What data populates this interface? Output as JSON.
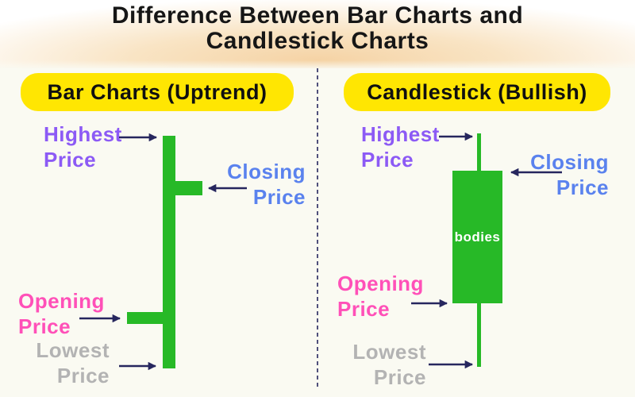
{
  "title": {
    "line1": "Difference Between Bar Charts and",
    "line2": "Candlestick Charts"
  },
  "left_panel": {
    "header": "Bar Charts (Uptrend)",
    "highest_label": "Highest Price",
    "closing_label": "Closing Price",
    "opening_label": "Opening Price",
    "lowest_label": "Lowest Price"
  },
  "right_panel": {
    "header": "Candlestick (Bullish)",
    "highest_label": "Highest Price",
    "closing_label": "Closing Price",
    "opening_label": "Opening Price",
    "lowest_label": "Lowest Price",
    "body_label": "bodies"
  },
  "graphics": {
    "divider": "dashed-vertical-divider",
    "arrows": [
      "arrow-right-to-bar-top",
      "arrow-left-to-bar-closing-tick",
      "arrow-right-to-bar-opening-tick",
      "arrow-right-to-bar-bottom",
      "arrow-right-to-candle-upper-wick",
      "arrow-left-to-candle-body-top",
      "arrow-right-to-candle-body-bottom",
      "arrow-right-to-candle-lower-wick"
    ]
  },
  "colors": {
    "green": "#27b927",
    "yellow": "#ffe602",
    "purple": "#8c5af5",
    "blue": "#5a82ee",
    "pink": "#ff50b8",
    "gray": "#b3b3b3",
    "navy": "#26265e",
    "background": "#fafaf2",
    "header_peach": "#f5d3a5",
    "title_ink": "#161616"
  }
}
